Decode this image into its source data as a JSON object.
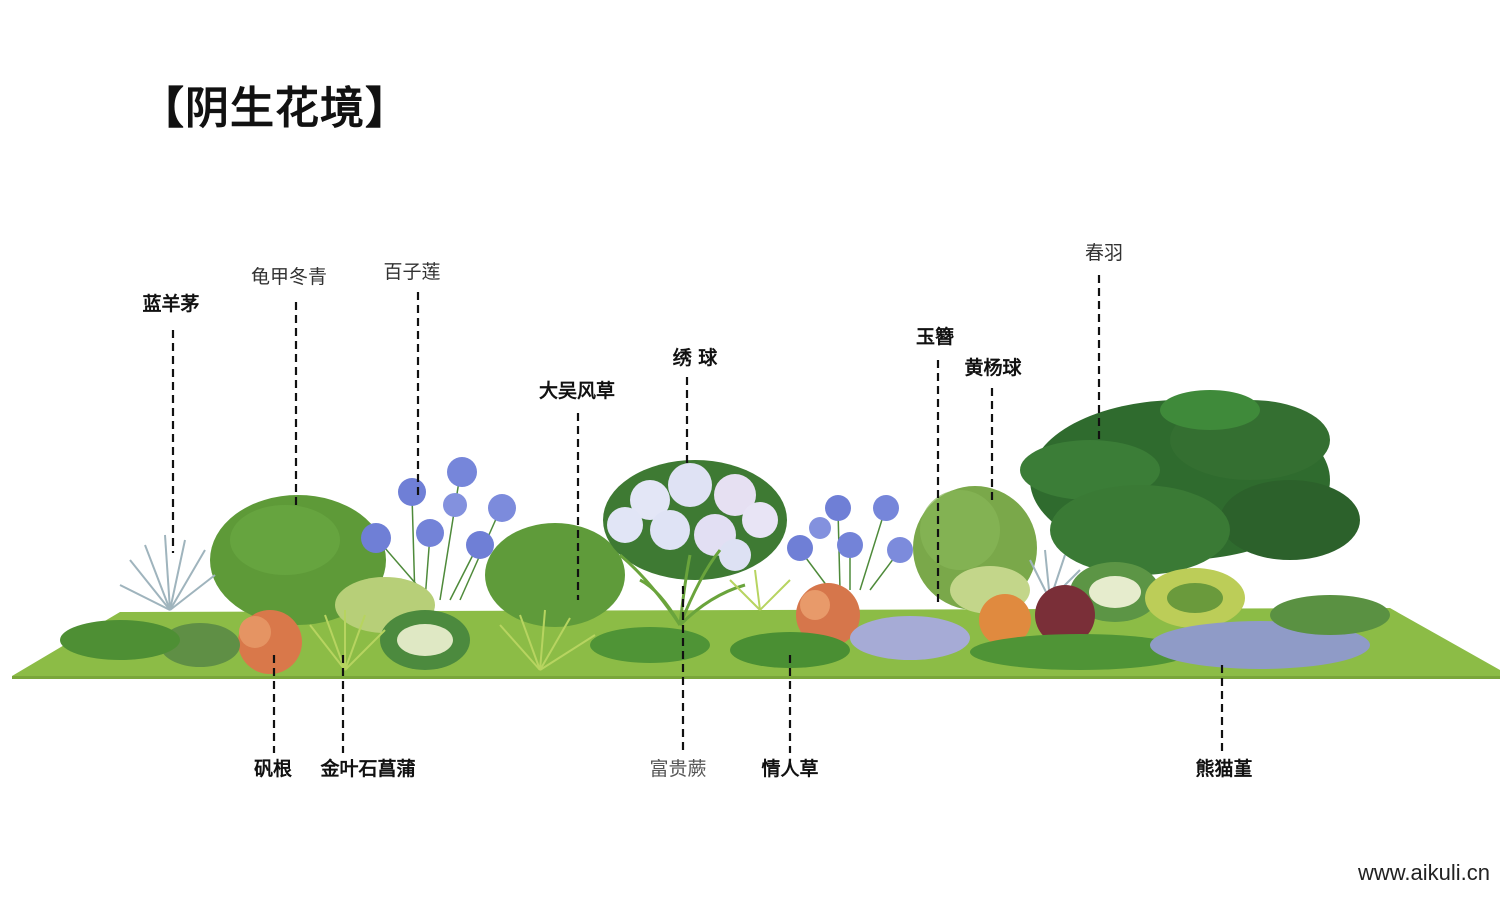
{
  "title": "【阴生花境】",
  "watermark": "www.aikuli.cn",
  "labels_top": {
    "lanyangmao": "蓝羊茅",
    "guijiadongqing": "龟甲冬青",
    "baizilian": "百子莲",
    "dawufengcao": "大吴风草",
    "xiuqiu": "绣 球",
    "yuzan": "玉簪",
    "huangyangqiu": "黄杨球",
    "chunyu": "春羽"
  },
  "labels_bottom": {
    "fangen": "矾根",
    "jinyeshichangpu": "金叶石菖蒲",
    "fuguijue": "富贵蕨",
    "qingrencao": "情人草",
    "xiongmaojin": "熊猫堇"
  },
  "colors": {
    "lawn": "#8dbb47",
    "shrub": "#5f9a3a",
    "flower_blue": "#6f7fd6",
    "hydrangea": "#dde0f4",
    "coral": "#d9784a",
    "monstera": "#2f6b2e"
  }
}
